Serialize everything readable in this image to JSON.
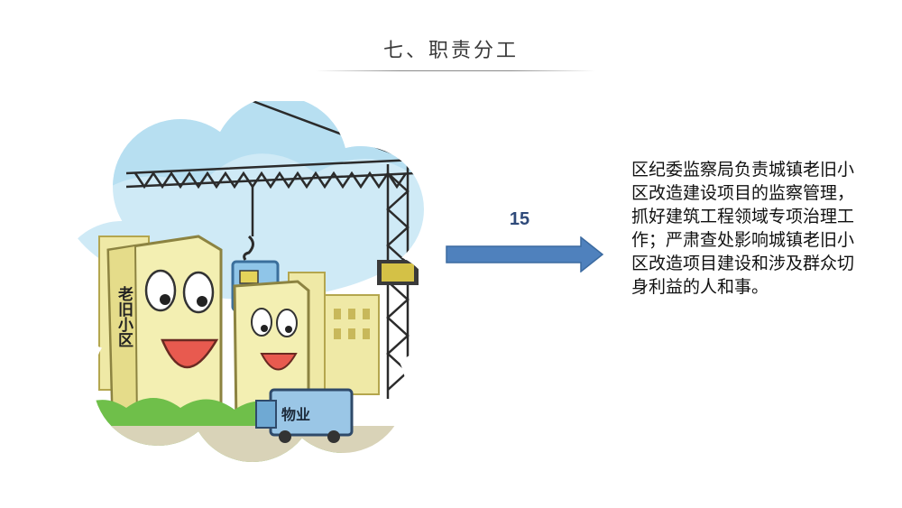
{
  "slide": {
    "title": "七、职责分工",
    "number": "15",
    "description": "区纪委监察局负责城镇老旧小区改造建设项目的监察管理，抓好建筑工程领域专项治理工作；严肃查处影响城镇老旧小区改造项目建设和涉及群众切身利益的人和事。"
  },
  "illustration": {
    "building_sign": "老旧小区",
    "truck_sign": "物业"
  },
  "colors": {
    "arrow_fill": "#4f81bd",
    "arrow_stroke": "#3b6aa0",
    "number_color": "#2f4a7a",
    "sky": "#bfe3f3",
    "building": "#f1eeb0",
    "crane": "#2b2b2b"
  }
}
